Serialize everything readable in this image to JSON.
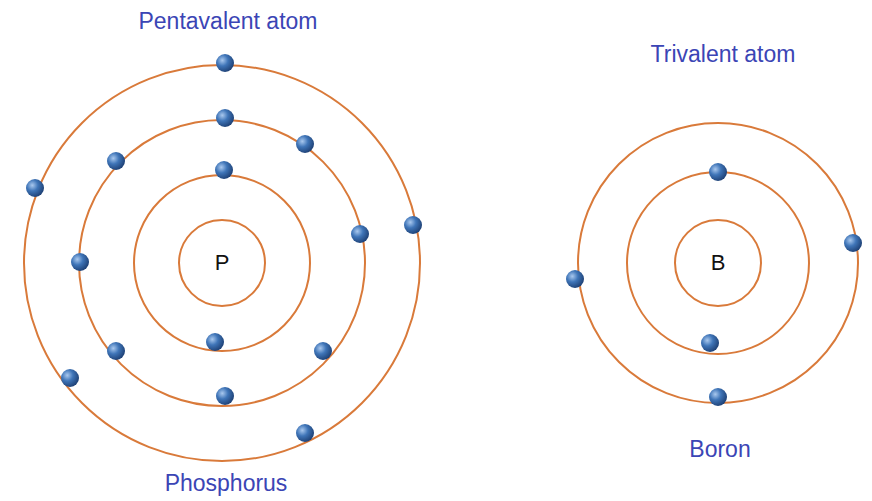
{
  "diagram": {
    "nodes": [
      {
        "text": [
          "P"
        ]
      },
      {
        "text": [
          "B"
        ]
      }
    ],
    "labels": [
      "Pentavalent atom",
      "Trivalent atom",
      "Phosphorus",
      "Boron"
    ]
  }
}
